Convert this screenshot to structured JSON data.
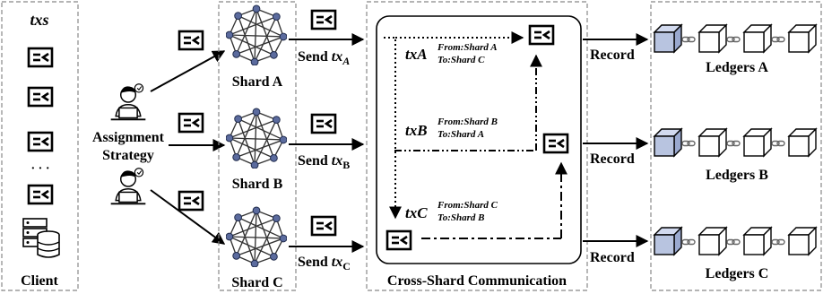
{
  "client": {
    "header": "txs",
    "ellipsis": "· · ·",
    "label": "Client"
  },
  "assignment": {
    "label_line1": "Assignment",
    "label_line2": "Strategy"
  },
  "shards": [
    {
      "label": "Shard A",
      "send": "Send ",
      "send_sym": "tx",
      "send_sub": "A"
    },
    {
      "label": "Shard B",
      "send": "Send ",
      "send_sym": "tx",
      "send_sub": "B"
    },
    {
      "label": "Shard C",
      "send": "Send ",
      "send_sym": "tx",
      "send_sub": "C"
    }
  ],
  "cross_shard": {
    "title": "Cross-Shard Communication",
    "txA": {
      "sym": "txA",
      "from": "From:Shard A",
      "to": "To:Shard C"
    },
    "txB": {
      "sym": "txB",
      "from": "From:Shard B",
      "to": "To:Shard A"
    },
    "txC": {
      "sym": "txC",
      "from": "From:Shard C",
      "to": "To:Shard B"
    }
  },
  "record_label": "Record",
  "ledgers": [
    {
      "label": "Ledgers A"
    },
    {
      "label": "Ledgers B"
    },
    {
      "label": "Ledgers C"
    }
  ],
  "colors": {
    "node": "#5b6b9e",
    "block_first": "#b8c4e0",
    "border": "#888888"
  },
  "icons": [
    "transaction-icon",
    "user-laptop-icon",
    "database-server-icon",
    "network-graph-icon",
    "chain-link-icon"
  ]
}
